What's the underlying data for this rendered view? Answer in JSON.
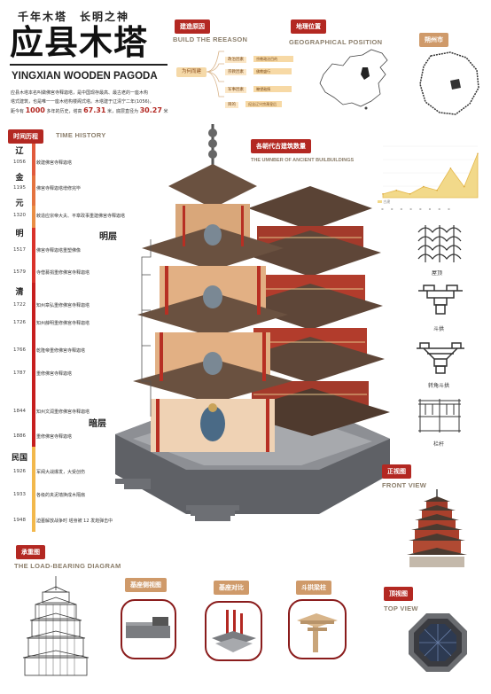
{
  "title": {
    "slogan": "千年木塔　长明之神",
    "main": "应县木塔",
    "english": "YINGXIAN WOODEN PAGODA",
    "intro_line1": "应县木塔本名叫做佛宫寺释迦塔，是中国现存最高、最古老的一座木构",
    "intro_line2": "塔式建筑，也是唯一一座木结构楼阁式塔。木塔建于辽清宁二年(1056)，",
    "intro_pre": "距今有",
    "intro_years": "1000",
    "intro_mid": "多年的历史，塔高",
    "intro_height": "67.31",
    "intro_mid2": "米，底层直径为",
    "intro_diameter": "30.27",
    "intro_unit": "米"
  },
  "build_reason": {
    "tag": "建造原因",
    "heading": "BUILD THE REEASON",
    "center": "为何而建",
    "branches": [
      {
        "label": "政治因素",
        "detail": "宗教政治目的"
      },
      {
        "label": "宗教因素",
        "detail": "佛教盛行"
      },
      {
        "label": "军事因素",
        "detail": "瞭望敌情"
      },
      {
        "label": "目的",
        "detail": "纪念辽兴宗萧皇后"
      }
    ]
  },
  "geo": {
    "tag": "地理位置",
    "heading": "GEOGRAPHICAL POSITION",
    "city_tag": "朔州市"
  },
  "timeline": {
    "tag": "时间历程",
    "heading": "TIME HISTORY",
    "dynasties": [
      "辽",
      "金",
      "元",
      "明",
      "清",
      "民国"
    ],
    "entries": [
      {
        "year": "1056",
        "text": "敕建佛宫寺释迦塔"
      },
      {
        "year": "1195",
        "text": "佛宫寺释迦塔增修完毕"
      },
      {
        "year": "1320",
        "text": "敕造应宗帝大夫、平章政事重建佛宫寺释迦塔"
      },
      {
        "year": "1517",
        "text": "佛宫寺释迦塔重塑佛像"
      },
      {
        "year": "1579",
        "text": "寺僧募捐重修佛宫寺释迦塔"
      },
      {
        "year": "1722",
        "text": "知州章弘重修佛宫寺释迦塔"
      },
      {
        "year": "1726",
        "text": "知州薛明重修佛宫寺释迦塔"
      },
      {
        "year": "1766",
        "text": "乾隆帝重修佛宫寺释迦塔"
      },
      {
        "year": "1787",
        "text": "重修佛宫寺释迦塔"
      },
      {
        "year": "1844",
        "text": "知州文润重修佛宫寺释迦塔"
      },
      {
        "year": "1886",
        "text": "重修佛宫寺释迦塔"
      },
      {
        "year": "1926",
        "text": "军阀大战爆发，大受创伤"
      },
      {
        "year": "1933",
        "text": "各级的夹泥墙换成木隔扇"
      },
      {
        "year": "1948",
        "text": "迫墓解放战争时 塔身被 12 发炮弹击中"
      }
    ]
  },
  "ancient_count": {
    "tag": "各朝代古建筑数量",
    "heading": "THE UMNBER OF ANCIENT BUILBUILDINGS",
    "legend": "古建",
    "chart_data": {
      "type": "area",
      "categories": [
        "",
        "",
        "",
        "",
        "",
        "",
        "",
        ""
      ],
      "values": [
        1,
        2,
        1,
        3,
        2,
        8,
        3,
        12
      ],
      "ylim": [
        0,
        14
      ]
    }
  },
  "labels": {
    "ming": "明层",
    "an": "暗层"
  },
  "details": [
    {
      "label": "屋顶"
    },
    {
      "label": "斗拱"
    },
    {
      "label": "转角斗拱"
    },
    {
      "label": "栏杆"
    }
  ],
  "front": {
    "tag": "正视图",
    "heading": "FRONT VIEW"
  },
  "top": {
    "tag": "顶视图",
    "heading": "TOP VIEW"
  },
  "load": {
    "tag": "承重图",
    "heading": "THE LOAD-BEARING DIAGRAM",
    "items": [
      {
        "label": "基座侧视图"
      },
      {
        "label": "基座对比"
      },
      {
        "label": "斗拱梁柱"
      }
    ]
  },
  "colors": {
    "brand_red": "#b32822",
    "tan": "#cf9a6a",
    "chart_fill": "#f2d98a"
  }
}
